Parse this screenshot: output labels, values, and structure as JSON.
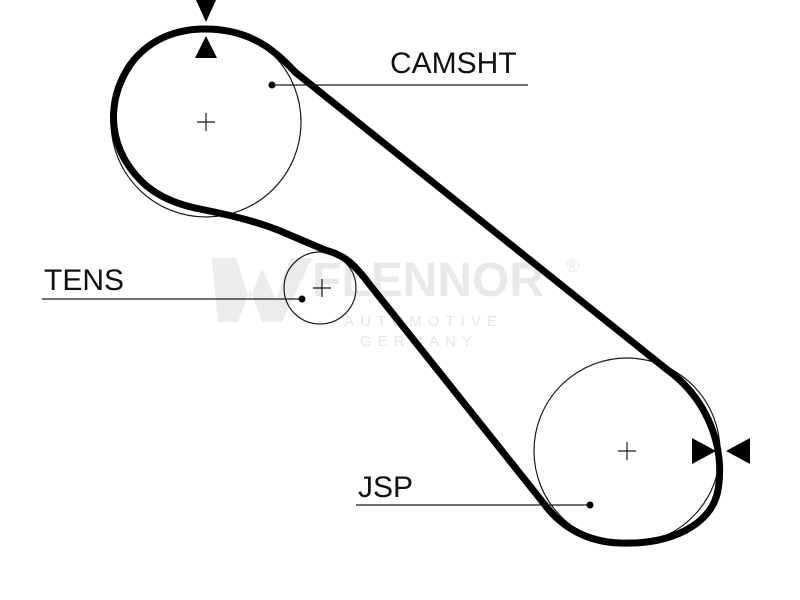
{
  "labels": {
    "camshaft": "CAMSHT",
    "tensioner": "TENS",
    "jackshaft": "JSP"
  },
  "watermark": {
    "brand": "FLENNOR",
    "registered": "®",
    "line1": "AUTOMOTIVE",
    "line2": "GERMANY"
  },
  "colors": {
    "belt": "#000000",
    "pulley_outline": "#1a1a1a",
    "leader_line": "#1a1a1a",
    "watermark": "#e9e9e9"
  },
  "icons": [
    "timing-mark-top-icon",
    "timing-mark-right-icon"
  ]
}
